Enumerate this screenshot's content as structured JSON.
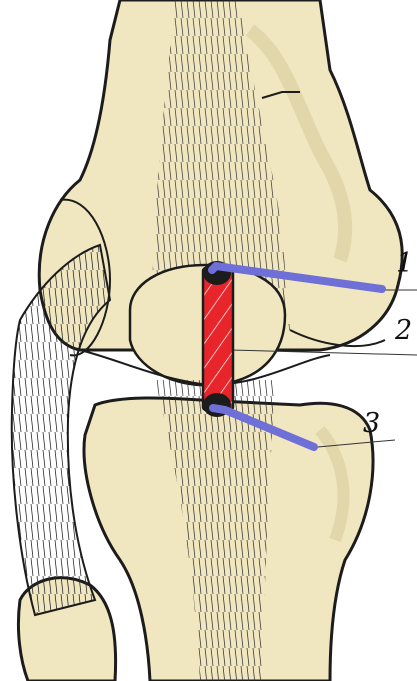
{
  "labels": {
    "one": "1",
    "two": "2",
    "three": "3"
  },
  "colors": {
    "bone": "#f0e7c0",
    "bone_shadow": "#d9cc9c",
    "ligament_red": "#e8252b",
    "rod_blue": "#6f6fd8",
    "outline": "#1c1c1c"
  }
}
